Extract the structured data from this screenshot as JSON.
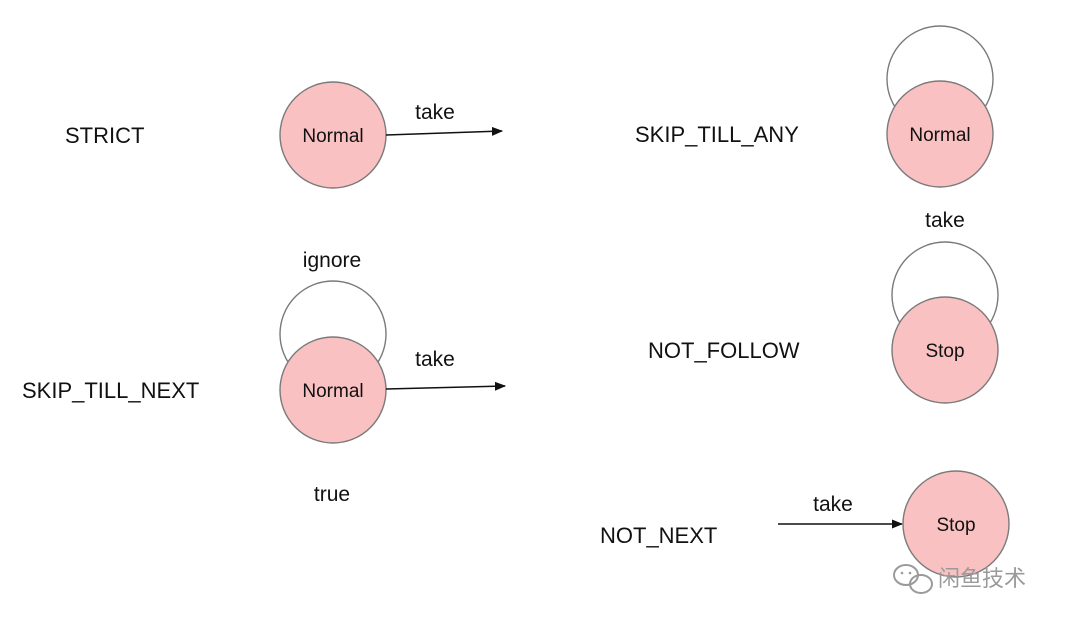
{
  "diagram": {
    "strict": {
      "label": "STRICT",
      "state": "Normal",
      "edge": "take"
    },
    "skip_till_next": {
      "label": "SKIP_TILL_NEXT",
      "state": "Normal",
      "loop": "ignore",
      "edge": "take",
      "condition": "true"
    },
    "skip_till_any": {
      "label": "SKIP_TILL_ANY",
      "state": "Normal",
      "loop": "take"
    },
    "not_follow": {
      "label": "NOT_FOLLOW",
      "state": "Stop"
    },
    "not_next": {
      "label": "NOT_NEXT",
      "state": "Stop",
      "edge": "take"
    }
  },
  "watermark": {
    "text": "闲鱼技术",
    "icon": "wechat-icon"
  },
  "colors": {
    "state_fill": "#f9c1c1",
    "state_stroke": "#7a7a7a",
    "text": "#111111"
  }
}
